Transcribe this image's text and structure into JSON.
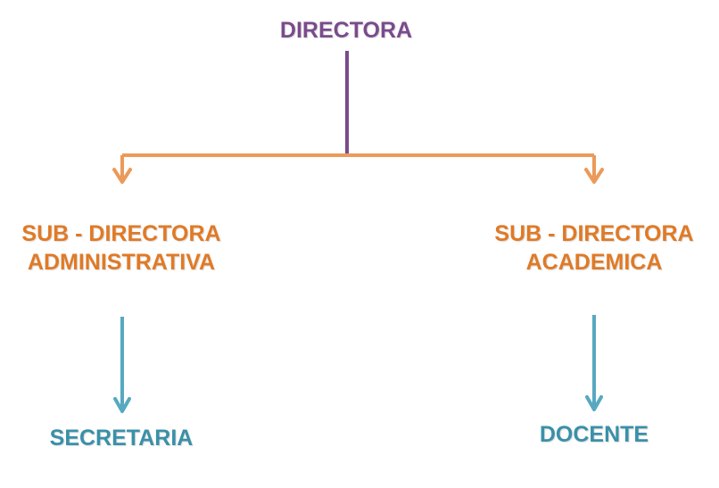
{
  "colors": {
    "top": "#7a4b8c",
    "middle": "#e07a26",
    "bottom": "#3a90a8",
    "connector_top": "#7a4b8c",
    "connector_middle": "#eb9a5a",
    "connector_bottom": "#56a9c0"
  },
  "nodes": {
    "directora": "DIRECTORA",
    "sub_admin": {
      "line1": "SUB - DIRECTORA",
      "line2": "ADMINISTRATIVA"
    },
    "sub_acad": {
      "line1": "SUB - DIRECTORA",
      "line2": "ACADEMICA"
    },
    "secretaria": "SECRETARIA",
    "docente": "DOCENTE"
  }
}
